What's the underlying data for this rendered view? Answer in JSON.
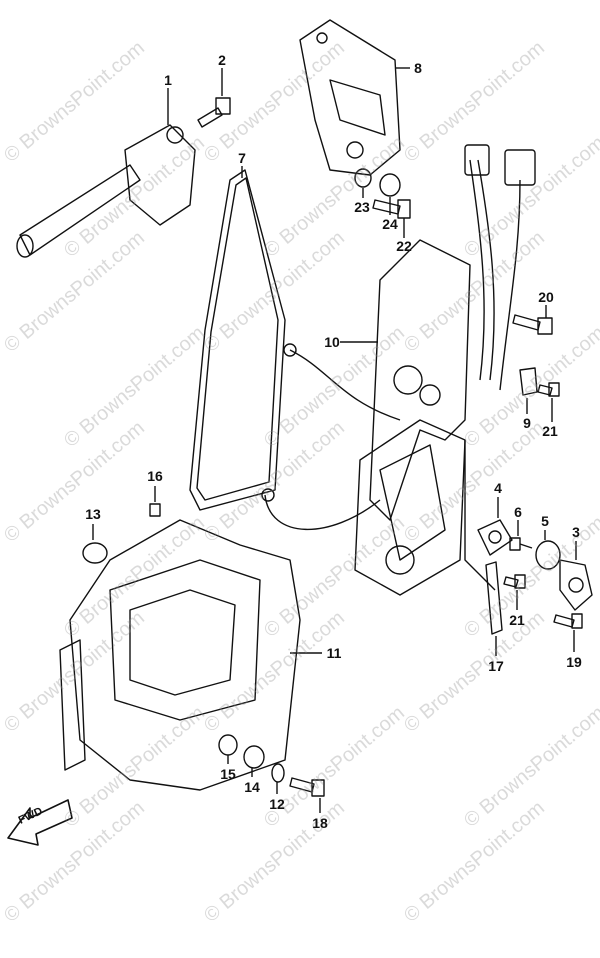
{
  "watermark": "© BrownsPoint.com",
  "direction_label": "FWD",
  "parts": [
    {
      "ref": "1"
    },
    {
      "ref": "2"
    },
    {
      "ref": "8"
    },
    {
      "ref": "7"
    },
    {
      "ref": "23"
    },
    {
      "ref": "24"
    },
    {
      "ref": "22"
    },
    {
      "ref": "20"
    },
    {
      "ref": "10"
    },
    {
      "ref": "9"
    },
    {
      "ref": "21"
    },
    {
      "ref": "16"
    },
    {
      "ref": "13"
    },
    {
      "ref": "4"
    },
    {
      "ref": "6"
    },
    {
      "ref": "5"
    },
    {
      "ref": "3"
    },
    {
      "ref": "21"
    },
    {
      "ref": "19"
    },
    {
      "ref": "11"
    },
    {
      "ref": "17"
    },
    {
      "ref": "15"
    },
    {
      "ref": "14"
    },
    {
      "ref": "12"
    },
    {
      "ref": "18"
    }
  ]
}
